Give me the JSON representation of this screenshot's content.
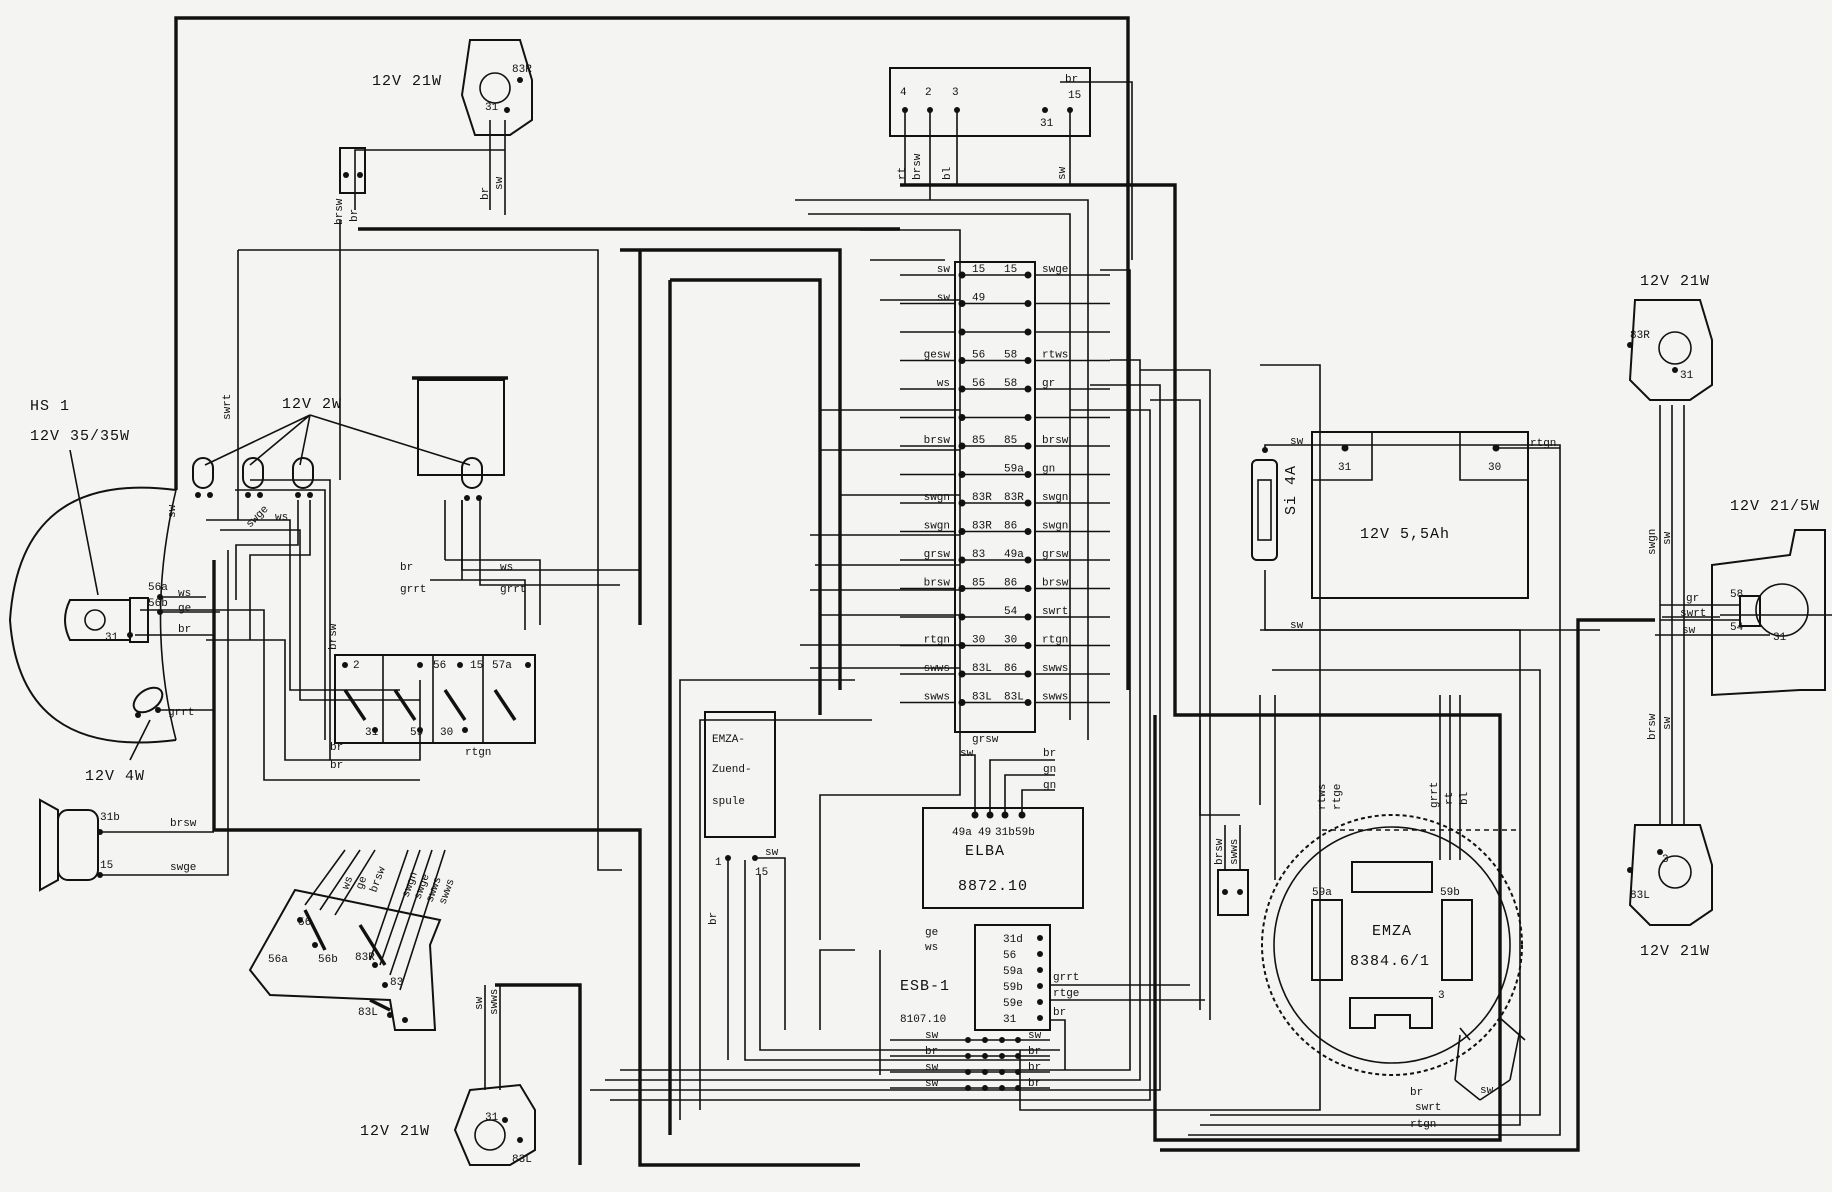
{
  "components": {
    "headlight": {
      "name": "HS 1",
      "rating": "12V 35/35W"
    },
    "pilot_lamp": {
      "rating": "12V 4W"
    },
    "indicator_bulbs": {
      "rating": "12V 2W"
    },
    "turn_front_left": {
      "rating": "12V 21W"
    },
    "turn_rear_right_top": {
      "rating": "12V 21W"
    },
    "turn_rear_right_bottom": {
      "rating": "12V 21W"
    },
    "turn_front_right_bottom": {
      "rating": "12V 21W"
    },
    "tail_lamp": {
      "rating": "12V 21/5W"
    },
    "battery": {
      "rating": "12V 5,5Ah"
    },
    "fuse": {
      "label": "Si 4A"
    },
    "emza_coil": {
      "line1": "EMZA-",
      "line2": "Zuend-",
      "line3": "spule"
    },
    "elba": {
      "name": "ELBA",
      "code": "8872.10"
    },
    "esb": {
      "name": "ESB-1",
      "code": "8107.10"
    },
    "emza": {
      "name": "EMZA",
      "code": "8384.6/1"
    }
  },
  "terminal_block": {
    "rows": [
      {
        "left_wire": "sw",
        "t1": "15",
        "t2": "15",
        "right_wire": "swge"
      },
      {
        "left_wire": "sw",
        "t1": "49",
        "t2": "",
        "right_wire": ""
      },
      {
        "left_wire": "",
        "t1": "",
        "t2": "",
        "right_wire": ""
      },
      {
        "left_wire": "gesw",
        "t1": "56",
        "t2": "58",
        "right_wire": "rtws"
      },
      {
        "left_wire": "ws",
        "t1": "56",
        "t2": "58",
        "right_wire": "gr"
      },
      {
        "left_wire": "",
        "t1": "",
        "t2": "",
        "right_wire": ""
      },
      {
        "left_wire": "brsw",
        "t1": "85",
        "t2": "85",
        "right_wire": "brsw"
      },
      {
        "left_wire": "",
        "t1": "",
        "t2": "59a",
        "right_wire": "gn"
      },
      {
        "left_wire": "swgn",
        "t1": "83R",
        "t2": "83R",
        "right_wire": "swgn"
      },
      {
        "left_wire": "swgn",
        "t1": "83R",
        "t2": "86",
        "right_wire": "swgn"
      },
      {
        "left_wire": "grsw",
        "t1": "83",
        "t2": "49a",
        "right_wire": "grsw"
      },
      {
        "left_wire": "brsw",
        "t1": "85",
        "t2": "86",
        "right_wire": "brsw"
      },
      {
        "left_wire": "",
        "t1": "",
        "t2": "54",
        "right_wire": "swrt"
      },
      {
        "left_wire": "rtgn",
        "t1": "30",
        "t2": "30",
        "right_wire": "rtgn"
      },
      {
        "left_wire": "swws",
        "t1": "83L",
        "t2": "86",
        "right_wire": "swws"
      },
      {
        "left_wire": "swws",
        "t1": "83L",
        "t2": "83L",
        "right_wire": "swws"
      }
    ],
    "bottom_wire": "grsw"
  },
  "top_switch": {
    "terminals": [
      "4",
      "2",
      "3",
      "31",
      "15"
    ],
    "top_wire": "br",
    "wires": [
      "rt",
      "brsw",
      "bl",
      "sw"
    ]
  },
  "ignition_switch": {
    "terminals": [
      "2",
      "56",
      "15",
      "57a",
      "31",
      "59",
      "30"
    ],
    "wire_left": "brsw",
    "wire_bottom": "rtgn"
  },
  "elba_terminals": [
    "49a",
    "49",
    "31b",
    "59b"
  ],
  "elba_wires": [
    "sw",
    "br",
    "gn",
    "gn"
  ],
  "esb_terminals": [
    "31d",
    "56",
    "59a",
    "59b",
    "59e",
    "31"
  ],
  "esb_wires": [
    "ge",
    "ws",
    "grrt",
    "rtge",
    "br"
  ],
  "bottom_bus": {
    "rows": [
      {
        "a": "sw",
        "b": "sw"
      },
      {
        "a": "br",
        "b": "br"
      },
      {
        "a": "sw",
        "b": "br"
      },
      {
        "a": "sw",
        "b": "br"
      }
    ]
  },
  "headlight_terminals": [
    "56a",
    "56b",
    "31"
  ],
  "headlight_wires": [
    "ws",
    "ge",
    "br",
    "grrt"
  ],
  "horn": {
    "terminals": [
      "31b",
      "15"
    ],
    "wires": [
      "brsw",
      "swge"
    ]
  },
  "battery_terminals": [
    "31",
    "30"
  ],
  "battery_wires": [
    "sw",
    "rtgn"
  ],
  "tail_terminals": [
    "58",
    "54",
    "31"
  ],
  "tail_wires": [
    "gr",
    "swrt",
    "sw"
  ],
  "turn_terminals": {
    "top_right": [
      "83R",
      "31"
    ],
    "bottom_right": [
      "3",
      "83L"
    ],
    "front_left": [
      "31",
      "83R"
    ],
    "bottom_left": [
      "31",
      "83L"
    ]
  },
  "wire_labels": {
    "handlebar": [
      "ws",
      "ge",
      "brsw",
      "swgn",
      "swge",
      "swws",
      "swws"
    ],
    "handlebar_terminals": [
      "56a",
      "56b",
      "56",
      "83R",
      "83",
      "83L"
    ],
    "emza_wires": [
      "rtws",
      "rtge",
      "grrt",
      "rt",
      "bl"
    ],
    "emza_terminals": [
      "59a",
      "59b",
      "3"
    ],
    "emza_coil_terminals": [
      "1",
      "15"
    ],
    "emza_coil_wires": [
      "sw",
      "br"
    ],
    "lower_right": [
      "br",
      "swrt",
      "rtgn",
      "sw"
    ],
    "misc": [
      "swrt",
      "brsw",
      "swgn",
      "sw",
      "grrt",
      "br",
      "ws",
      "swws",
      "swgn",
      "br",
      "brsw",
      "brsw",
      "swws"
    ],
    "indicator_wires": [
      "swrt",
      "swge",
      "ws",
      "sw",
      "swrt",
      "br"
    ],
    "small_plug": [
      "br",
      "br"
    ]
  }
}
